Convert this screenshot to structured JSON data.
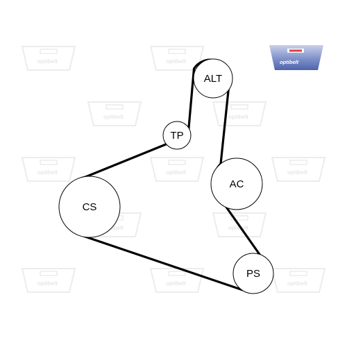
{
  "diagram": {
    "pulleys": [
      {
        "id": "ALT",
        "label": "ALT"
      },
      {
        "id": "TP",
        "label": "TP"
      },
      {
        "id": "AC",
        "label": "AC"
      },
      {
        "id": "CS",
        "label": "CS"
      },
      {
        "id": "PS",
        "label": "PS"
      }
    ]
  },
  "watermark": {
    "text": "optibelt"
  },
  "logo": {
    "text": "optibelt",
    "colors": {
      "top": "#5b6fb4",
      "bottom": "#c9d0ea",
      "accent": "#e04040"
    }
  },
  "colors": {
    "belt": "#000000",
    "background": "#ffffff",
    "watermark": "#e6e6e6"
  }
}
